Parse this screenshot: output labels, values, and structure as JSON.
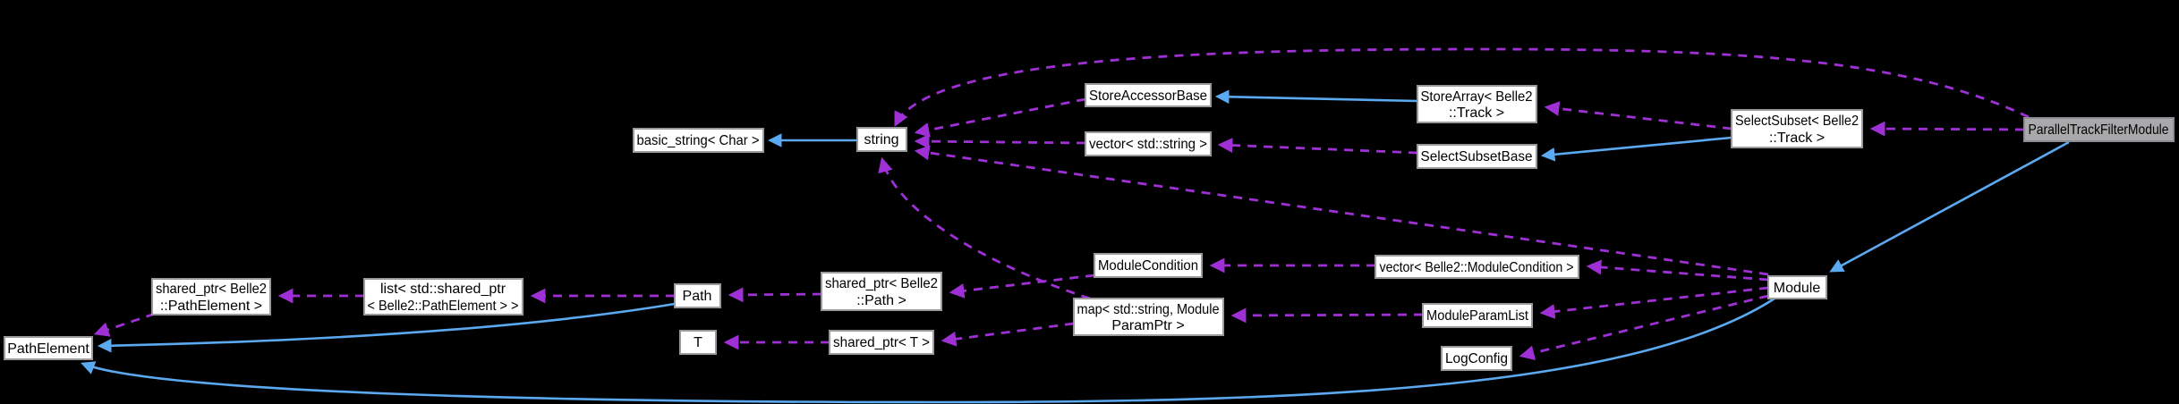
{
  "colors": {
    "background": "#000000",
    "inheritance_edge": "#5ba9f0",
    "usage_edge": "#9e30d5",
    "node_fill": "#ffffff",
    "node_border": "#9b9b9f",
    "highlight_node_fill": "#a9a9ab"
  },
  "nodes": {
    "basic_string": {
      "line1": "basic_string< Char >"
    },
    "string": {
      "line1": "string"
    },
    "store_accessor_base": {
      "line1": "StoreAccessorBase"
    },
    "vector_string": {
      "line1": "vector< std::string >"
    },
    "store_array": {
      "line1": "StoreArray< Belle2",
      "line2": "::Track >"
    },
    "select_subset_base": {
      "line1": "SelectSubsetBase"
    },
    "select_subset": {
      "line1": "SelectSubset< Belle2",
      "line2": "::Track >"
    },
    "parallel_track_filter_module": {
      "line1": "ParallelTrackFilterModule"
    },
    "module_condition": {
      "line1": "ModuleCondition"
    },
    "vector_module_condition": {
      "line1": "vector< Belle2::ModuleCondition >"
    },
    "module": {
      "line1": "Module"
    },
    "map_module_param": {
      "line1": "map< std::string, Module",
      "line2": "ParamPtr >"
    },
    "module_param_list": {
      "line1": "ModuleParamList"
    },
    "log_config": {
      "line1": "LogConfig"
    },
    "shared_ptr_path": {
      "line1": "shared_ptr< Belle2",
      "line2": "::Path >"
    },
    "path": {
      "line1": "Path"
    },
    "t": {
      "line1": "T"
    },
    "shared_ptr_t": {
      "line1": "shared_ptr< T >"
    },
    "shared_ptr_path_element": {
      "line1": "shared_ptr< Belle2",
      "line2": "::PathElement >"
    },
    "list_shared_ptr": {
      "line1": "list< std::shared_ptr",
      "line2": "< Belle2::PathElement > >"
    },
    "path_element": {
      "line1": "PathElement"
    }
  }
}
